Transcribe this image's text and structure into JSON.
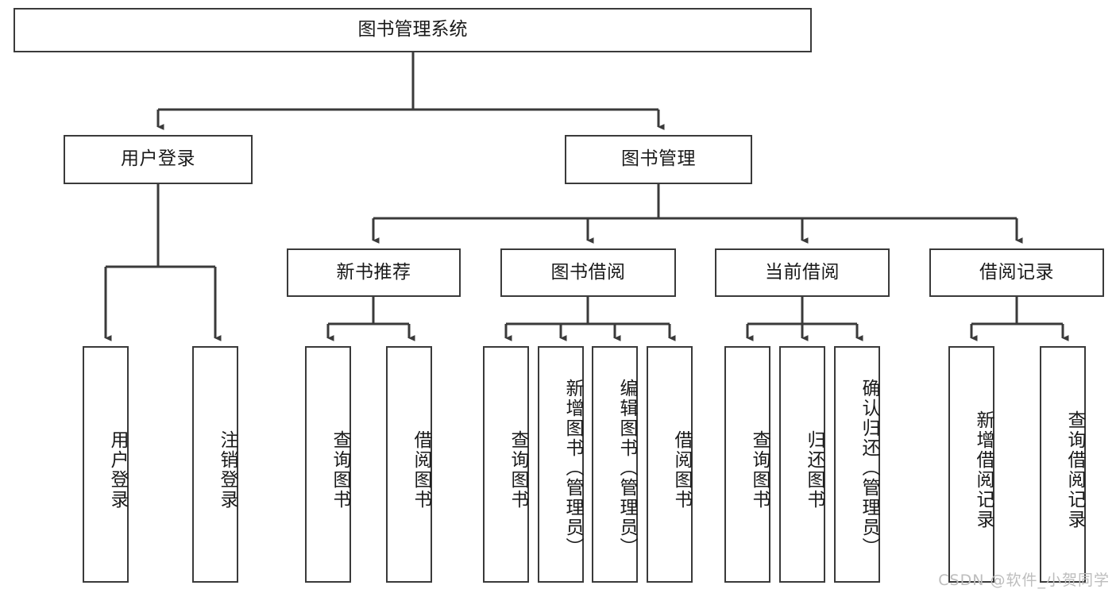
{
  "diagram": {
    "title": "图书管理系统",
    "type": "tree",
    "watermark": "CSDN @软件_小贺同学",
    "colors": {
      "box_border": "#3a3a3a",
      "box_fill": "#ffffff",
      "line": "#3a3a3a",
      "text": "#1a1a1a",
      "watermark": "#bdbdbd"
    },
    "root": {
      "label": "图书管理系统"
    },
    "level2": [
      {
        "id": "user-login",
        "label": "用户登录"
      },
      {
        "id": "book-management",
        "label": "图书管理"
      }
    ],
    "level3": [
      {
        "id": "new-book-recommend",
        "label": "新书推荐"
      },
      {
        "id": "book-borrow",
        "label": "图书借阅"
      },
      {
        "id": "current-borrow",
        "label": "当前借阅"
      },
      {
        "id": "borrow-record",
        "label": "借阅记录"
      }
    ],
    "leaves": {
      "user-login": [
        {
          "id": "leaf-user-login",
          "label": "用户登录"
        },
        {
          "id": "leaf-user-logout",
          "label": "注销登录"
        }
      ],
      "new-book-recommend": [
        {
          "id": "leaf-query-book-1",
          "label": "查询图书"
        },
        {
          "id": "leaf-borrow-book-1",
          "label": "借阅图书"
        }
      ],
      "book-borrow": [
        {
          "id": "leaf-query-book-2",
          "label": "查询图书"
        },
        {
          "id": "leaf-add-book",
          "label": "新增图书（管理员）"
        },
        {
          "id": "leaf-edit-book",
          "label": "编辑图书（管理员）"
        },
        {
          "id": "leaf-borrow-book-2",
          "label": "借阅图书"
        }
      ],
      "current-borrow": [
        {
          "id": "leaf-query-book-3",
          "label": "查询图书"
        },
        {
          "id": "leaf-return-book",
          "label": "归还图书"
        },
        {
          "id": "leaf-confirm-return",
          "label": "确认归还（管理员）"
        }
      ],
      "borrow-record": [
        {
          "id": "leaf-add-record",
          "label": "新增借阅记录"
        },
        {
          "id": "leaf-query-record",
          "label": "查询借阅记录"
        }
      ]
    }
  }
}
